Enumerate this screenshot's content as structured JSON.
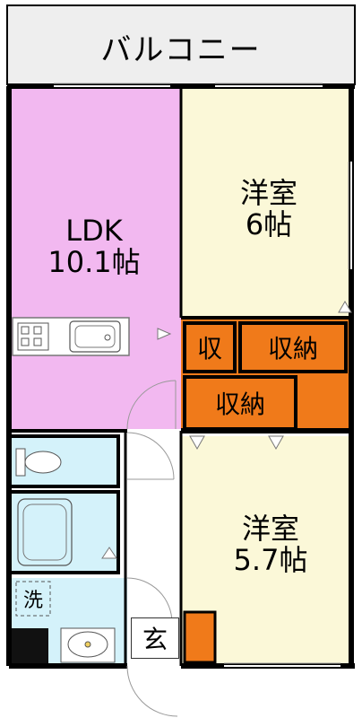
{
  "balcony": {
    "label": "バルコニー"
  },
  "ldk": {
    "name": "LDK",
    "size": "10.1帖"
  },
  "western_room_1": {
    "name": "洋室",
    "size": "6帖"
  },
  "western_room_2": {
    "name": "洋室",
    "size": "5.7帖"
  },
  "closet_small": {
    "label": "収"
  },
  "closet_upper": {
    "label": "収納"
  },
  "closet_lower": {
    "label": "収納"
  },
  "washroom": {
    "label": "洗"
  },
  "entrance": {
    "label": "玄"
  },
  "colors": {
    "ldk_fill": "#f2b8f0",
    "western_room_fill": "#fbf8d8",
    "storage_fill": "#f07a1a",
    "wet_area_fill": "#d4f2fa",
    "balcony_fill": "#eeeeee",
    "wall": "#000000"
  }
}
